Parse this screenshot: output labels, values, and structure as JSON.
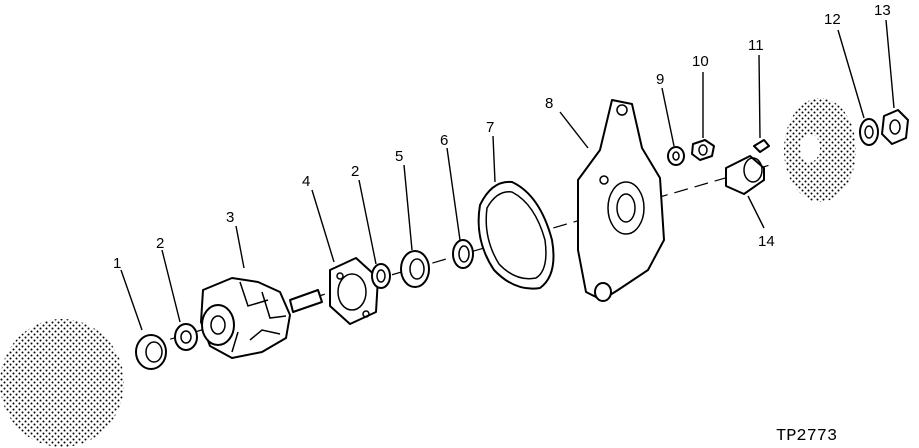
{
  "figure_id": "TP2773",
  "callouts": {
    "c1": "1",
    "c2a": "2",
    "c3": "3",
    "c4": "4",
    "c2b": "2",
    "c5": "5",
    "c6": "6",
    "c7": "7",
    "c8": "8",
    "c9": "9",
    "c10": "10",
    "c11": "11",
    "c12": "12",
    "c13": "13",
    "c14": "14"
  }
}
